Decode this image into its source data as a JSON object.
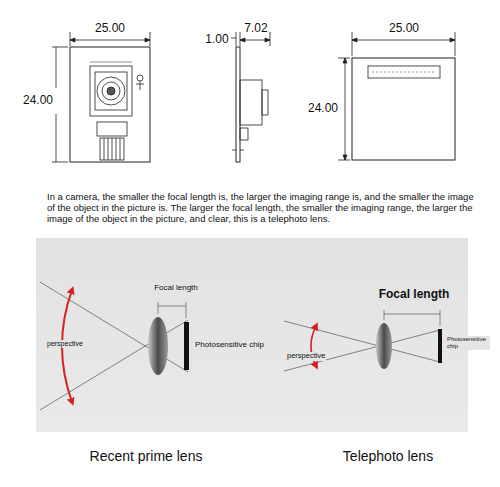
{
  "diagram": {
    "labels": [
      "25.00",
      "24.00",
      "7.02",
      "1.00",
      "25.00",
      "24.00",
      "In a camera, the smaller the focal length is, the larger the imaging range is, and the smaller the image of the object in the picture is. The larger the focal length, the smaller the imaging range, the larger the image of the object in the picture, and clear, this is a telephoto lens.",
      "Focal length",
      "perspective",
      "Photosensitive chip",
      "Focal length",
      "perspective",
      "Photosensitive chip",
      "Recent prime lens",
      "Telephoto lens"
    ]
  }
}
